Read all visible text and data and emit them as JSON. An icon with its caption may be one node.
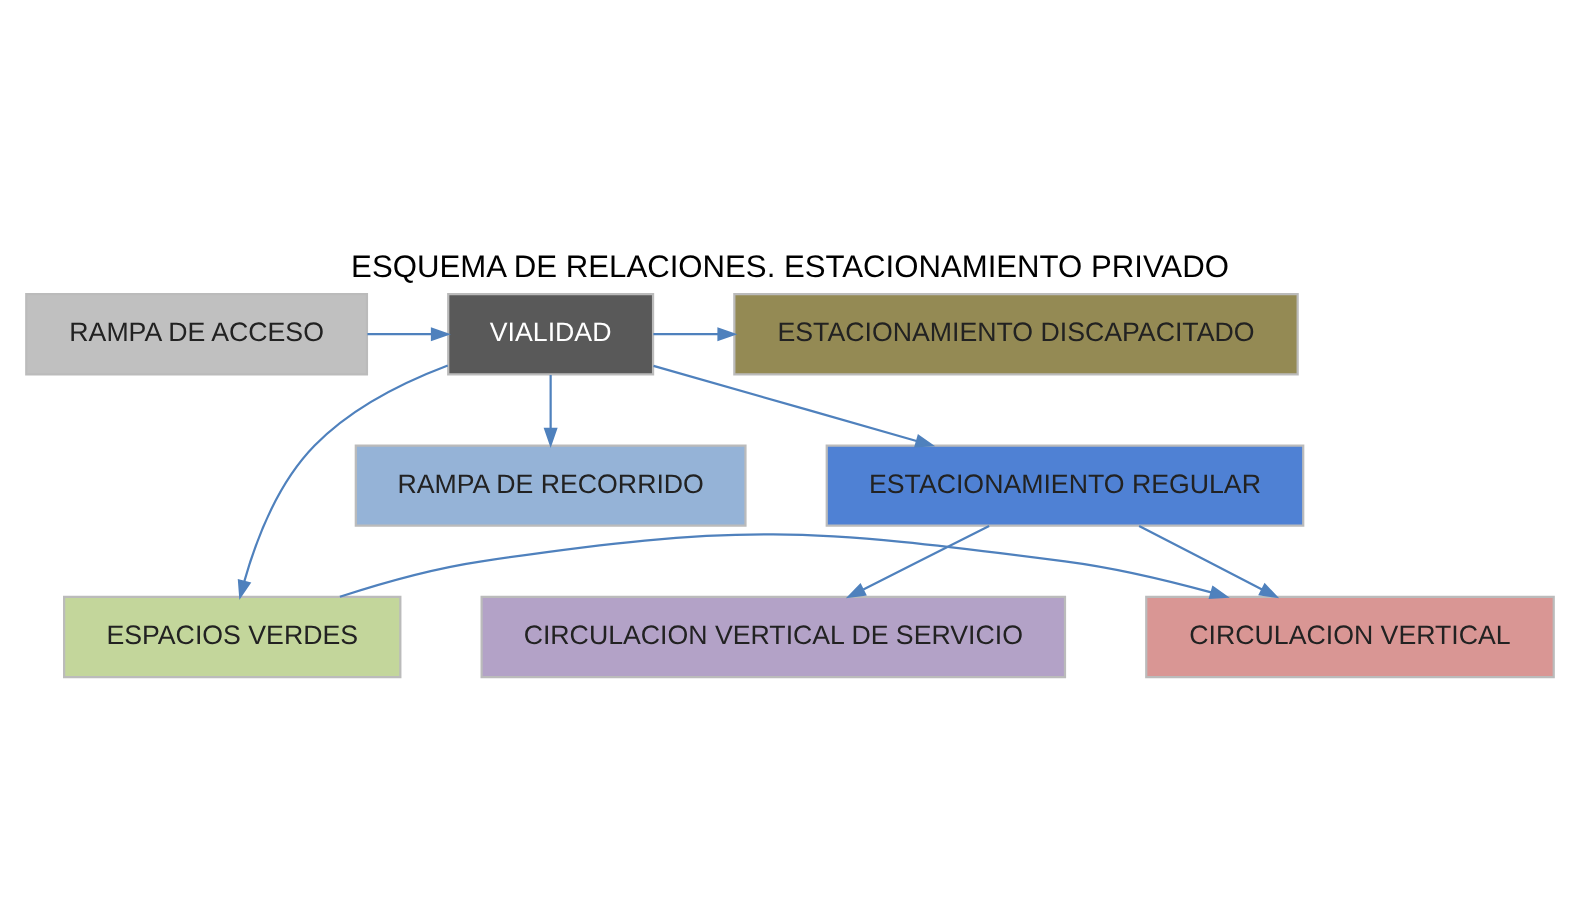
{
  "diagram": {
    "title": "ESQUEMA DE RELACIONES. ESTACIONAMIENTO PRIVADO",
    "nodes": [
      {
        "text": [
          "RAMPA DE ACCESO"
        ]
      },
      {
        "text": [
          "VIALIDAD"
        ]
      },
      {
        "text": [
          "ESTACIONAMIENTO DISCAPACITADO"
        ]
      },
      {
        "text": [
          "ESTACIONAMIENTO REGULAR"
        ]
      },
      {
        "text": [
          "RAMPA DE RECORRIDO"
        ]
      },
      {
        "text": [
          "CIRCULACION VERTICAL"
        ]
      },
      {
        "text": [
          "ESPACIOS VERDES"
        ]
      },
      {
        "text": [
          "CIRCULACION VERTICAL DE SERVICIO"
        ]
      }
    ],
    "edges": [
      {
        "from": 0,
        "to": 1,
        "arrow": "to"
      },
      {
        "from": 1,
        "to": 2,
        "arrow": "to"
      },
      {
        "from": 1,
        "to": 4,
        "arrow": "to"
      },
      {
        "from": 1,
        "to": 3,
        "arrow": "to"
      },
      {
        "from": 1,
        "to": 6,
        "arrow": "to"
      },
      {
        "from": 6,
        "to": 5,
        "arrow": "to"
      },
      {
        "from": 3,
        "to": 5,
        "arrow": "to"
      },
      {
        "from": 3,
        "to": 7,
        "arrow": "to"
      }
    ]
  }
}
